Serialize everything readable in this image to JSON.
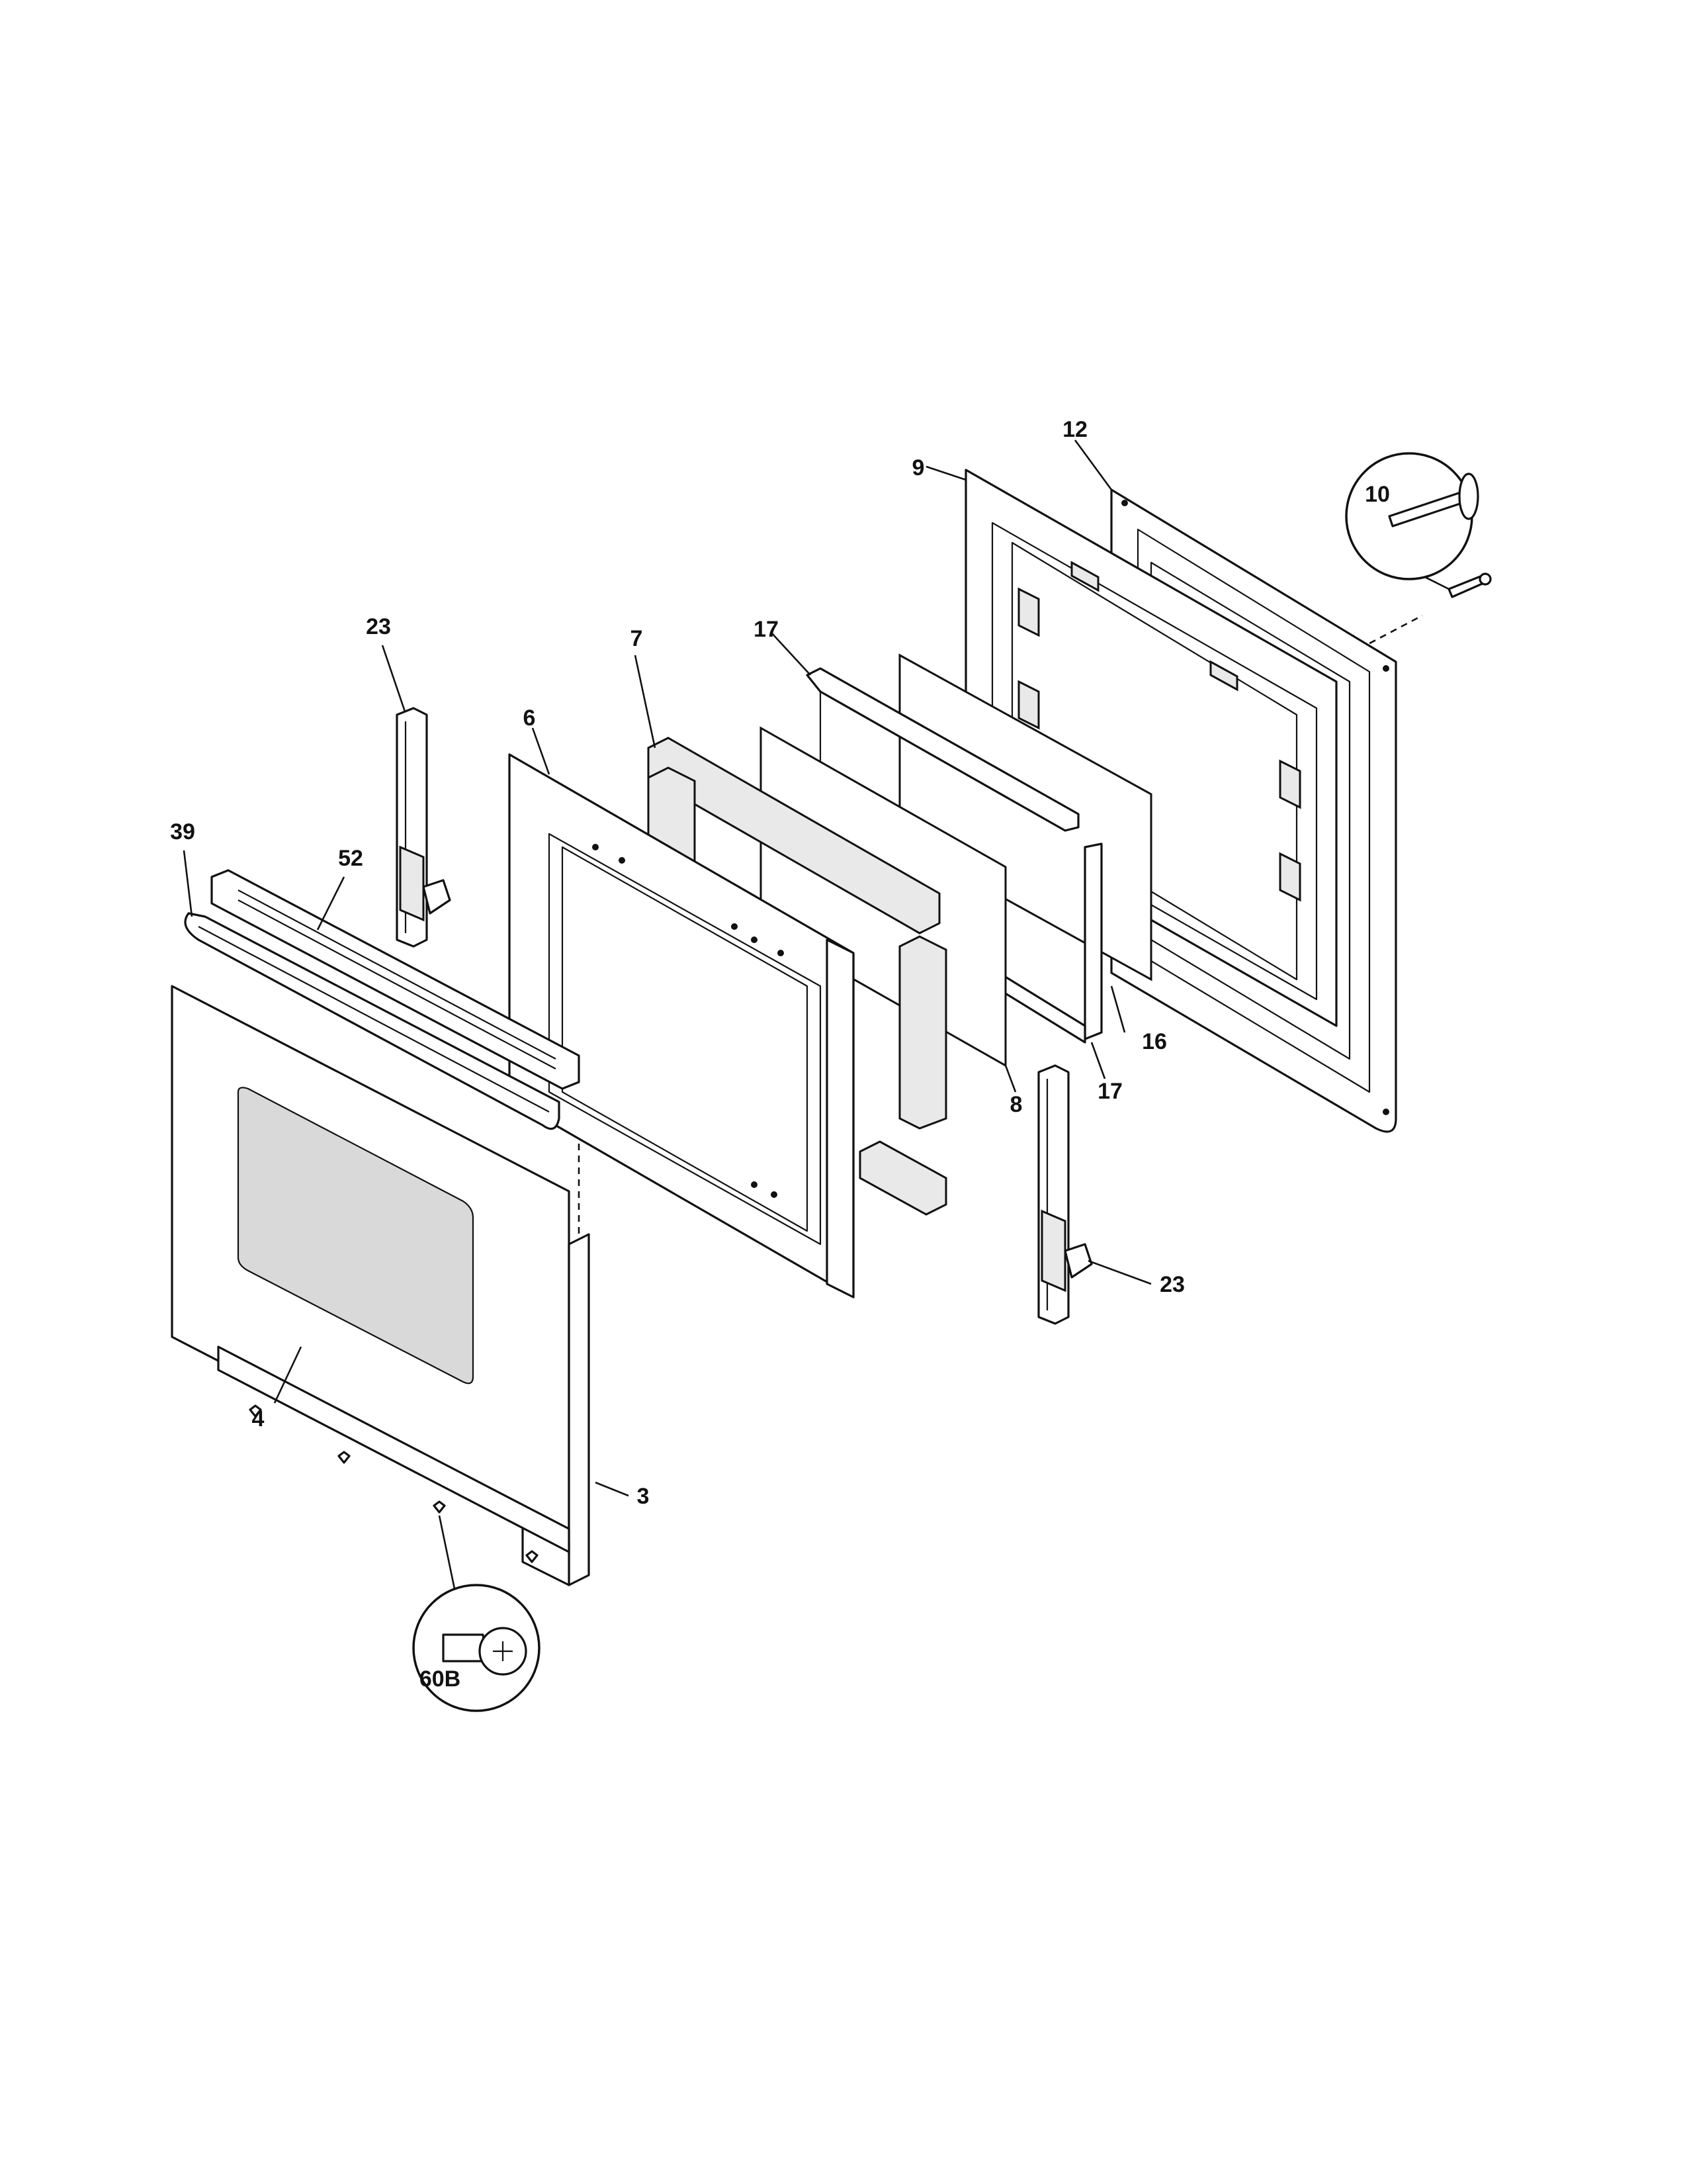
{
  "diagram": {
    "callouts": [
      {
        "id": "c12",
        "label": "12"
      },
      {
        "id": "c9",
        "label": "9"
      },
      {
        "id": "c10",
        "label": "10"
      },
      {
        "id": "c23a",
        "label": "23"
      },
      {
        "id": "c7",
        "label": "7"
      },
      {
        "id": "c17a",
        "label": "17"
      },
      {
        "id": "c6",
        "label": "6"
      },
      {
        "id": "c39",
        "label": "39"
      },
      {
        "id": "c52",
        "label": "52"
      },
      {
        "id": "c16",
        "label": "16"
      },
      {
        "id": "c8",
        "label": "8"
      },
      {
        "id": "c17b",
        "label": "17"
      },
      {
        "id": "c23b",
        "label": "23"
      },
      {
        "id": "c4",
        "label": "4"
      },
      {
        "id": "c3",
        "label": "3"
      },
      {
        "id": "c60b",
        "label": "60B"
      }
    ]
  }
}
